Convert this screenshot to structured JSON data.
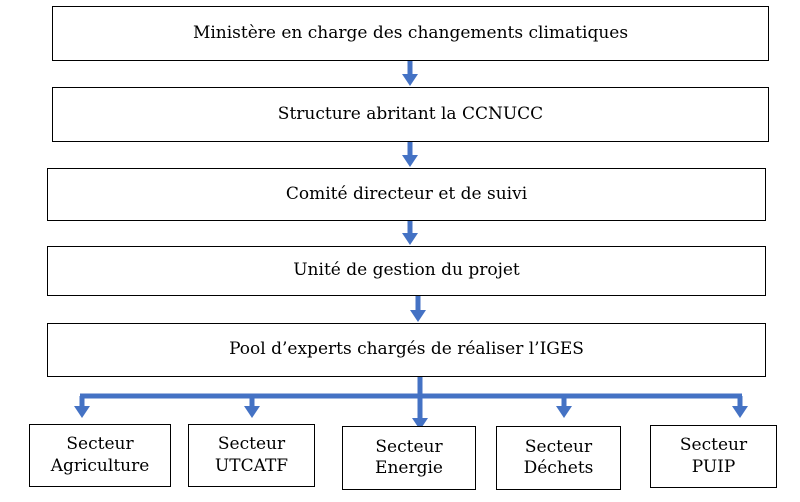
{
  "levels": [
    "Ministère en charge des changements climatiques",
    "Structure abritant  la CCNUCC",
    "Comité directeur et de suivi",
    "Unité de gestion du projet",
    "Pool d’experts chargés de réaliser l’IGES"
  ],
  "sectors": [
    {
      "line1": "Secteur",
      "line2": "Agriculture"
    },
    {
      "line1": "Secteur",
      "line2": "UTCATF"
    },
    {
      "line1": "Secteur",
      "line2": "Energie"
    },
    {
      "line1": "Secteur",
      "line2": "Déchets"
    },
    {
      "line1": "Secteur",
      "line2": "PUIP"
    }
  ],
  "colors": {
    "arrow": "#4472C4",
    "border": "#000000"
  }
}
